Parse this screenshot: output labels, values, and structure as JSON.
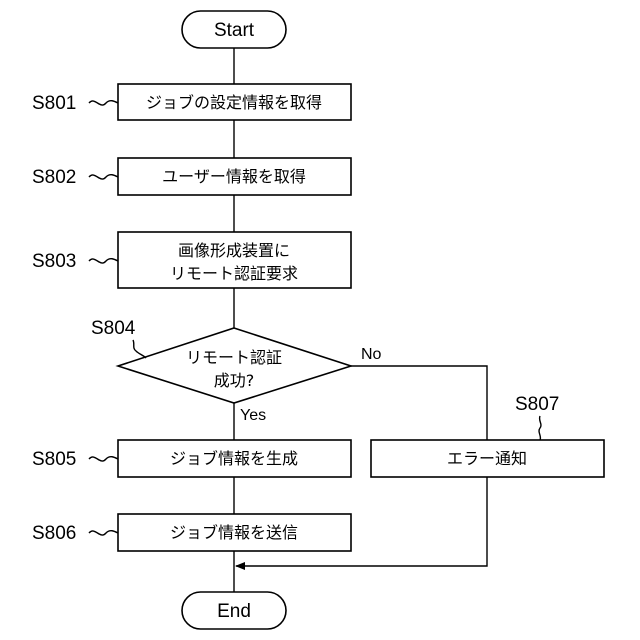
{
  "flowchart": {
    "start": "Start",
    "end": "End",
    "steps": [
      {
        "id": "S801",
        "lines": [
          "ジョブの設定情報を取得"
        ]
      },
      {
        "id": "S802",
        "lines": [
          "ユーザー情報を取得"
        ]
      },
      {
        "id": "S803",
        "lines": [
          "画像形成装置に",
          "リモート認証要求"
        ]
      },
      {
        "id": "S804",
        "lines": [
          "リモート認証",
          "成功?"
        ]
      },
      {
        "id": "S805",
        "lines": [
          "ジョブ情報を生成"
        ]
      },
      {
        "id": "S806",
        "lines": [
          "ジョブ情報を送信"
        ]
      },
      {
        "id": "S807",
        "lines": [
          "エラー通知"
        ]
      }
    ],
    "branches": {
      "yes": "Yes",
      "no": "No"
    }
  }
}
